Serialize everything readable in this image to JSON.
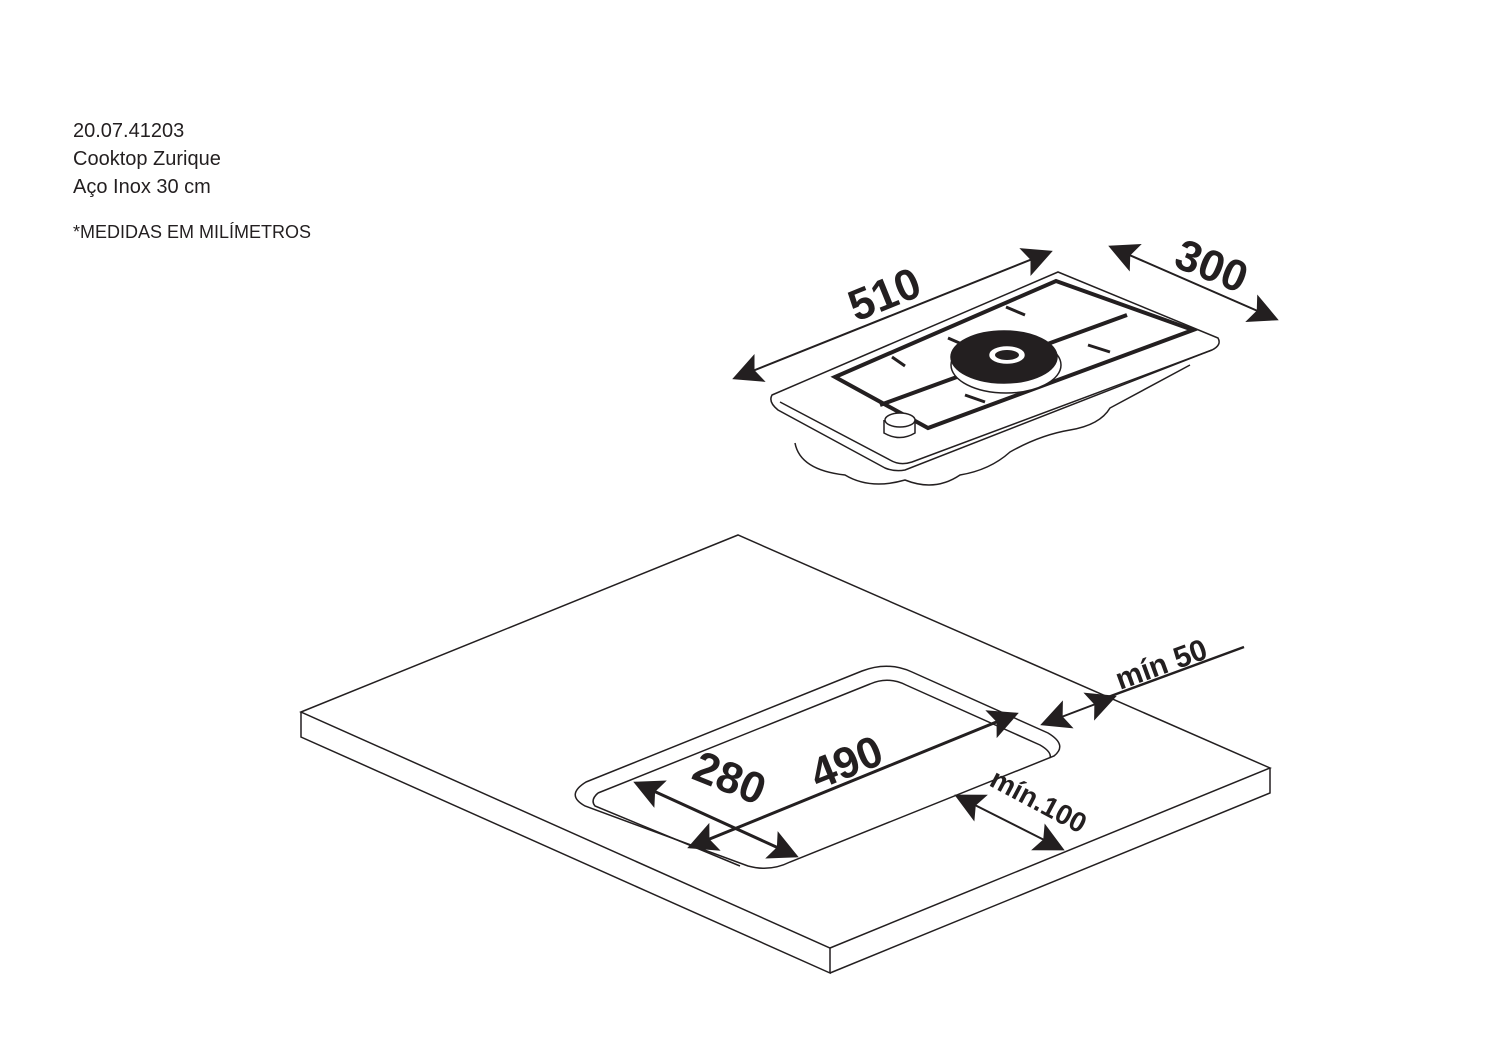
{
  "header": {
    "code": "20.07.41203",
    "product": "Cooktop Zurique",
    "material": "Aço Inox 30 cm"
  },
  "note": "*MEDIDAS EM MILÍMETROS",
  "cooktop": {
    "length": "510",
    "width": "300"
  },
  "cutout": {
    "length": "490",
    "width": "280",
    "min_back": "mín  50",
    "min_front": "mín.100"
  }
}
